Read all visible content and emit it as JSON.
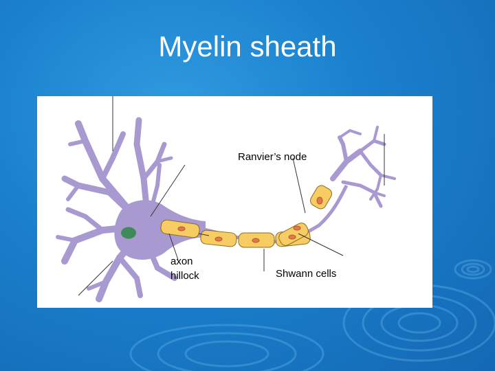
{
  "slide": {
    "title": "Myelin sheath"
  },
  "diagram": {
    "labels": {
      "ranvier_node": "Ranvier’s node",
      "axon_hillock_line1": "axon",
      "axon_hillock_line2": "hillock",
      "shwann_cells": "Shwann cells"
    }
  },
  "colors": {
    "background": "#1a7fcc",
    "neuron_body": "#a89ad0",
    "nucleus": "#3f8a5a",
    "myelin": "#f7cd63",
    "myelin_nucleus": "#e07a4a"
  }
}
